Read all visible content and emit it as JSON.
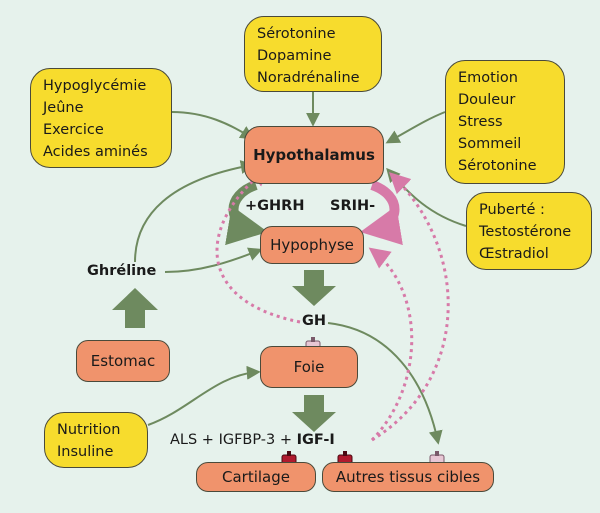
{
  "nodes": {
    "neuro": [
      "Sérotonine",
      "Dopamine",
      "Noradrénaline"
    ],
    "metabolic": [
      "Hypoglycémie",
      "Jeûne",
      "Exercice",
      "Acides aminés"
    ],
    "emotion": [
      "Emotion",
      "Douleur",
      "Stress",
      "Sommeil",
      "Sérotonine"
    ],
    "puberty": [
      "Puberté :",
      "Testostérone",
      "Œstradiol"
    ],
    "nutrition": [
      "Nutrition",
      "Insuline"
    ],
    "hypothalamus": "Hypothalamus",
    "hypophyse": "Hypophyse",
    "foie": "Foie",
    "estomac": "Estomac",
    "cartilage": "Cartilage",
    "autres": "Autres tissus cibles"
  },
  "labels": {
    "ghrh": "+GHRH",
    "srih": "SRIH-",
    "ghreline": "Ghréline",
    "gh": "GH",
    "als": "ALS + IGFBP-3 + ",
    "igf": "IGF-I"
  },
  "colors": {
    "background": "#e6f2ec",
    "yellow_box": "#f7dc2d",
    "orange_box": "#f0936c",
    "arrow_green": "#6e8a5f",
    "feedback_pink": "#d77aa8",
    "receptor_red": "#b01a2e"
  }
}
